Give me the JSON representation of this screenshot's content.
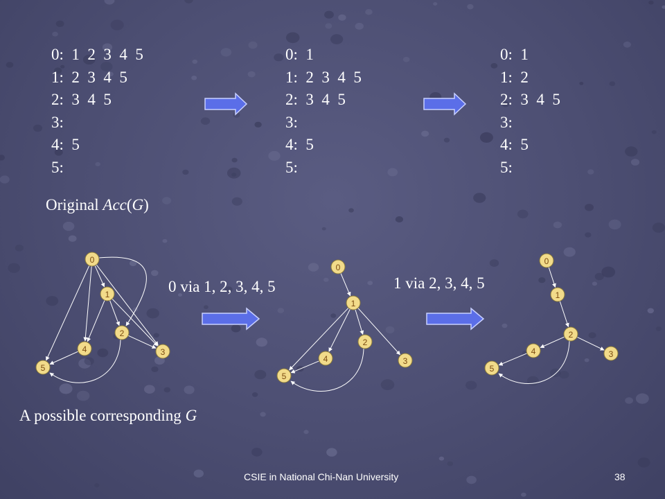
{
  "lists": [
    [
      "0:  1  2  3  4  5",
      "1:  2  3  4  5",
      "2:  3  4  5",
      "3:",
      "4:  5",
      "5:"
    ],
    [
      "0:  1",
      "1:  2  3  4  5",
      "2:  3  4  5",
      "3:",
      "4:  5",
      "5:"
    ],
    [
      "0:  1",
      "1:  2",
      "2:  3  4  5",
      "3:",
      "4:  5",
      "5:"
    ]
  ],
  "original_label": {
    "prefix": "Original ",
    "italic": "Acc",
    "paren_open": "(",
    "italic2": "G",
    "paren_close": ")"
  },
  "step1_label": "0 via 1, 2, 3, 4, 5",
  "step2_label": "1 via 2, 3, 4, 5",
  "possible_label": {
    "prefix": "A possible corresponding ",
    "italic": "G"
  },
  "footer": {
    "text": "CSIE in National Chi-Nan University",
    "page": "38"
  },
  "colors": {
    "arrow_fill": "#5b6ee8",
    "node_fill": "#f2db8a"
  },
  "graphs": [
    {
      "nodes": [
        "0",
        "1",
        "2",
        "3",
        "4",
        "5"
      ],
      "edges": [
        [
          "0",
          "1"
        ],
        [
          "0",
          "4"
        ],
        [
          "0",
          "5"
        ],
        [
          "0",
          "3"
        ],
        [
          "1",
          "2"
        ],
        [
          "1",
          "3"
        ],
        [
          "1",
          "4"
        ],
        [
          "2",
          "3"
        ],
        [
          "4",
          "5"
        ],
        [
          "2",
          "5"
        ],
        [
          "0",
          "2"
        ]
      ]
    },
    {
      "nodes": [
        "0",
        "1",
        "2",
        "3",
        "4",
        "5"
      ],
      "edges": [
        [
          "0",
          "1"
        ],
        [
          "1",
          "2"
        ],
        [
          "1",
          "3"
        ],
        [
          "1",
          "4"
        ],
        [
          "1",
          "5"
        ],
        [
          "4",
          "5"
        ],
        [
          "2",
          "5"
        ]
      ]
    },
    {
      "nodes": [
        "0",
        "1",
        "2",
        "3",
        "4",
        "5"
      ],
      "edges": [
        [
          "0",
          "1"
        ],
        [
          "1",
          "2"
        ],
        [
          "2",
          "3"
        ],
        [
          "2",
          "4"
        ],
        [
          "4",
          "5"
        ],
        [
          "2",
          "5"
        ]
      ]
    }
  ]
}
